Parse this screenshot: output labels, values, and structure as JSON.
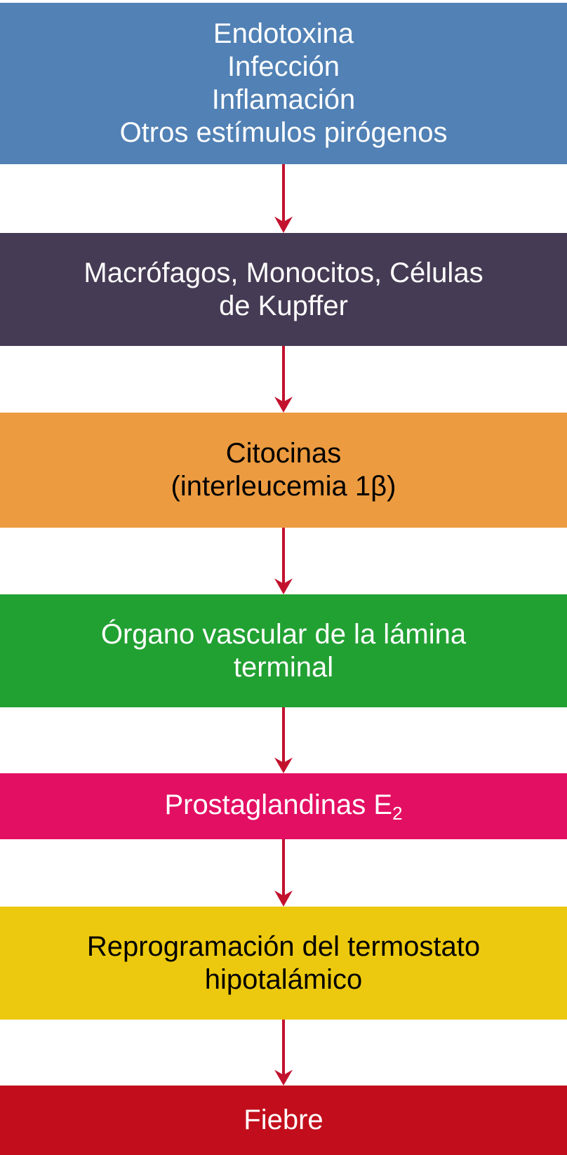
{
  "diagram": {
    "background": "#ffffff",
    "arrow": {
      "color": "#c2122e"
    },
    "steps": [
      {
        "bg": "#5181b5",
        "fg": "#ffffff",
        "lines": [
          "Endotoxina",
          "Infección",
          "Inflamación",
          "Otros estímulos pirógenos"
        ]
      },
      {
        "bg": "#453b54",
        "fg": "#ffffff",
        "lines": [
          "Macrófagos, Monocitos, Células",
          "de Kupffer"
        ]
      },
      {
        "bg": "#ec9b40",
        "fg": "#000000",
        "lines": [
          "Citocinas",
          "(interleucemia 1β)"
        ]
      },
      {
        "bg": "#22a133",
        "fg": "#ffffff",
        "lines": [
          "Órgano vascular de la lámina",
          "terminal"
        ]
      },
      {
        "bg": "#e30f63",
        "fg": "#ffffff",
        "main": "Prostaglandinas E",
        "subscript": "2"
      },
      {
        "bg": "#ecc90e",
        "fg": "#000000",
        "lines": [
          "Reprogramación del termostato",
          "hipotalámico"
        ]
      },
      {
        "bg": "#c20e1c",
        "fg": "#ffffff",
        "lines": [
          "Fiebre"
        ]
      }
    ]
  }
}
